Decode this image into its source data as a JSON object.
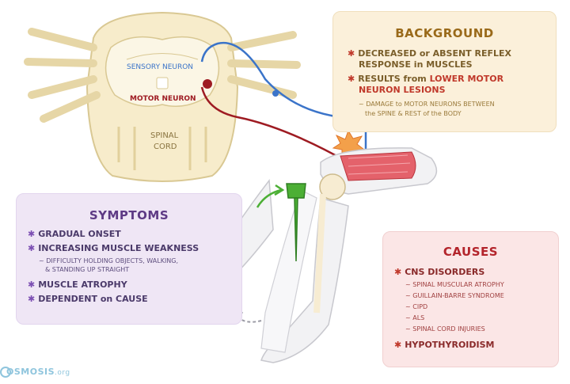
{
  "colors": {
    "sensory": "#3b74c9",
    "motor": "#9e1b22",
    "background_title": "#9a6a1a",
    "symptoms_title": "#5e3a85",
    "causes_title": "#b3242b",
    "brand": "#8fc5dd"
  },
  "labels": {
    "sensory_neuron": "SENSORY NEURON",
    "motor_neuron": "MOTOR NEURON",
    "spinal": "SPINAL",
    "cord": "CORD"
  },
  "background": {
    "title": "BACKGROUND",
    "item1_line1": "DECREASED or ABSENT REFLEX",
    "item1_line2": "RESPONSE in MUSCLES",
    "item2_prefix": "RESULTS from ",
    "item2_highlight1": "LOWER MOTOR",
    "item2_highlight2": "NEURON LESIONS",
    "sub_line1": "~ DAMAGE to MOTOR NEURONS BETWEEN",
    "sub_line2": "the SPINE & REST of the BODY"
  },
  "symptoms": {
    "title": "SYMPTOMS",
    "item1": "GRADUAL ONSET",
    "item2": "INCREASING MUSCLE WEAKNESS",
    "sub_line1": "~ DIFFICULTY HOLDING OBJECTS, WALKING,",
    "sub_line2": "& STANDING UP STRAIGHT",
    "item3": "MUSCLE ATROPHY",
    "item4": "DEPENDENT on CAUSE"
  },
  "causes": {
    "title": "CAUSES",
    "item1": "CNS DISORDERS",
    "subs": [
      "~ SPINAL MUSCULAR ATROPHY",
      "~ GUILLAIN-BARRE SYNDROME",
      "~ CIPD",
      "~ ALS",
      "~ SPINAL CORD INJURIES"
    ],
    "item2": "HYPOTHYROIDISM"
  },
  "brand": {
    "name": "OSMOSIS",
    "suffix": ".org"
  }
}
